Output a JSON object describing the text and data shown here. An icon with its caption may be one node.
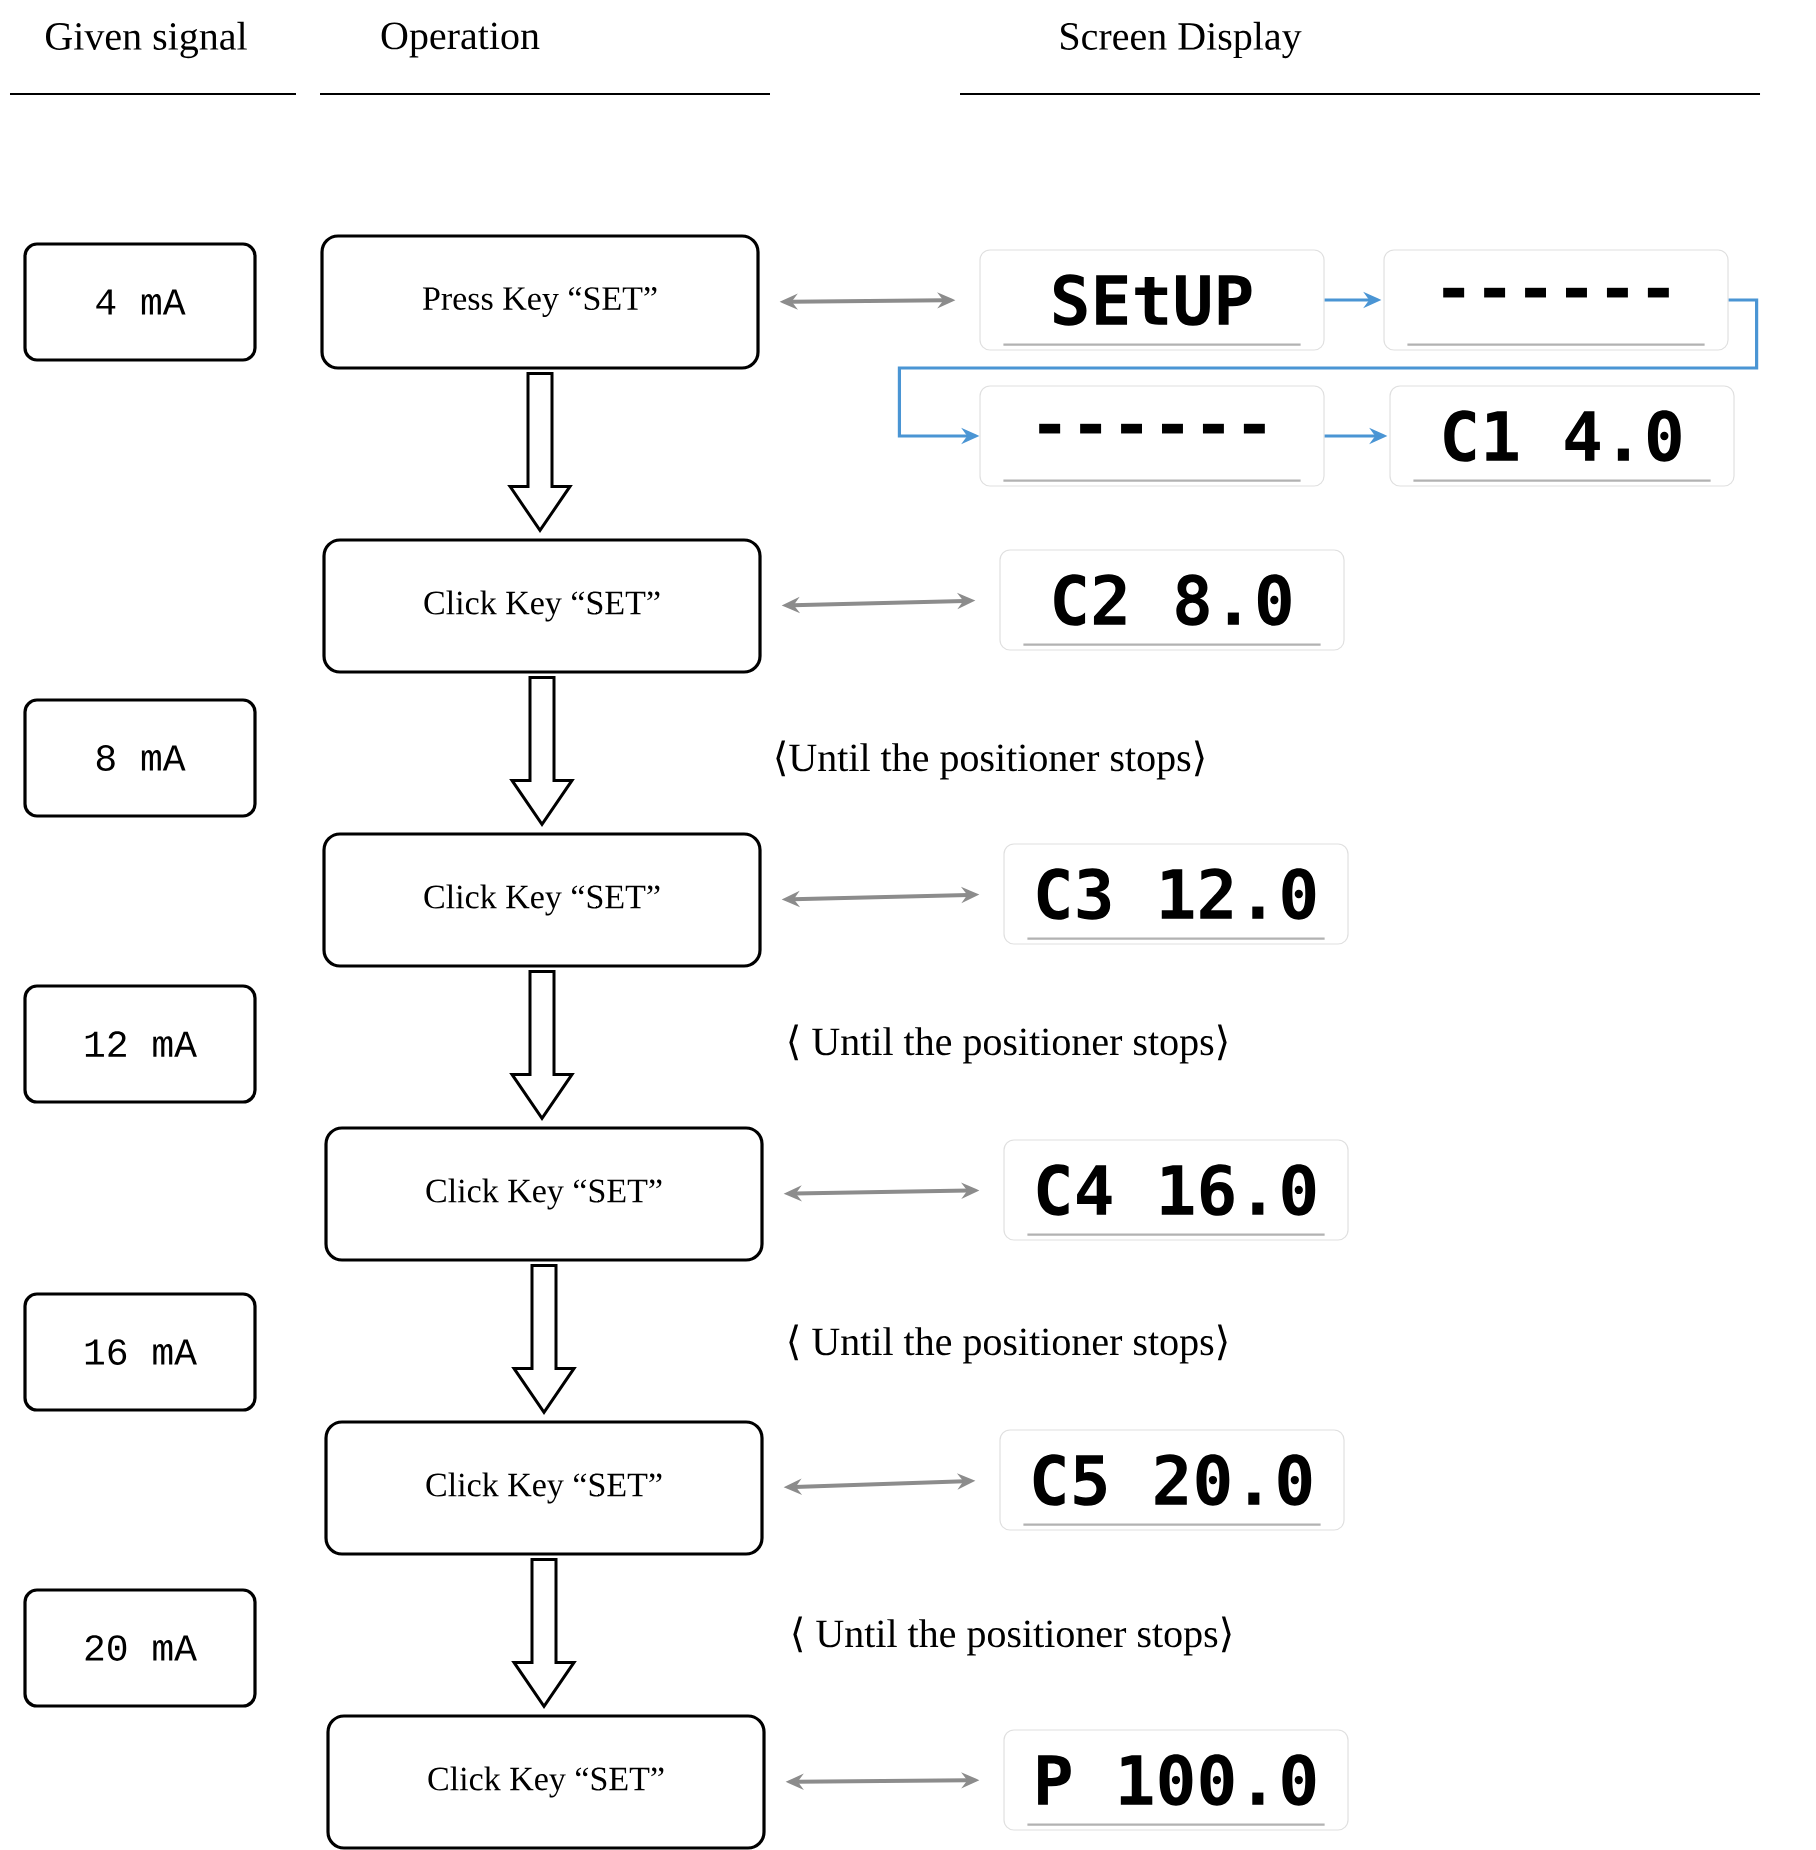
{
  "diagram": {
    "nodes": [
      {
        "text": [
          "4 mA"
        ]
      },
      {
        "text": [
          "8 mA"
        ]
      },
      {
        "text": [
          "12 mA"
        ]
      },
      {
        "text": [
          "16 mA"
        ]
      },
      {
        "text": [
          "20 mA"
        ]
      },
      {
        "text": [
          "Press Key “SET”"
        ]
      },
      {
        "text": [
          "Click Key “SET”"
        ]
      },
      {
        "text": [
          "Click Key “SET”"
        ]
      },
      {
        "text": [
          "Click Key “SET”"
        ]
      },
      {
        "text": [
          "Click Key “SET”"
        ]
      },
      {
        "text": [
          "Click Key “SET”"
        ]
      },
      {
        "text": [
          "SEtUP"
        ]
      },
      {
        "text": [
          "------"
        ]
      },
      {
        "text": [
          "------"
        ]
      },
      {
        "text": [
          "C1 4.0"
        ]
      },
      {
        "text": [
          "C2 8.0"
        ]
      },
      {
        "text": [
          "C3 12.0"
        ]
      },
      {
        "text": [
          "C4 16.0"
        ]
      },
      {
        "text": [
          "C5 20.0"
        ]
      },
      {
        "text": [
          "P 100.0"
        ]
      }
    ],
    "edges": [
      {
        "from": 5,
        "to": 6,
        "arrow": "to",
        "style": "thick"
      },
      {
        "from": 6,
        "to": 7,
        "arrow": "to",
        "style": "thick"
      },
      {
        "from": 7,
        "to": 8,
        "arrow": "to",
        "style": "thick"
      },
      {
        "from": 8,
        "to": 9,
        "arrow": "to",
        "style": "thick"
      },
      {
        "from": 9,
        "to": 10,
        "arrow": "to",
        "style": "thick"
      },
      {
        "from": 5,
        "to": 11,
        "arrow": "both"
      },
      {
        "from": 6,
        "to": 15,
        "arrow": "both"
      },
      {
        "from": 7,
        "to": 16,
        "arrow": "both"
      },
      {
        "from": 8,
        "to": 17,
        "arrow": "both"
      },
      {
        "from": 9,
        "to": 18,
        "arrow": "both"
      },
      {
        "from": 10,
        "to": 19,
        "arrow": "both"
      },
      {
        "from": 11,
        "to": 12,
        "arrow": "to",
        "color": "#4a95d4"
      },
      {
        "from": 12,
        "to": 13,
        "arrow": "to",
        "color": "#4a95d4"
      },
      {
        "from": 13,
        "to": 14,
        "arrow": "to",
        "color": "#4a95d4"
      }
    ],
    "labels": [
      "Given signal",
      "Operation",
      "Screen Display",
      "⟨Until the positioner stops⟩",
      "⟨ Until the positioner stops⟩",
      "⟨ Until the positioner stops⟩",
      "⟨ Until the positioner stops⟩"
    ]
  }
}
